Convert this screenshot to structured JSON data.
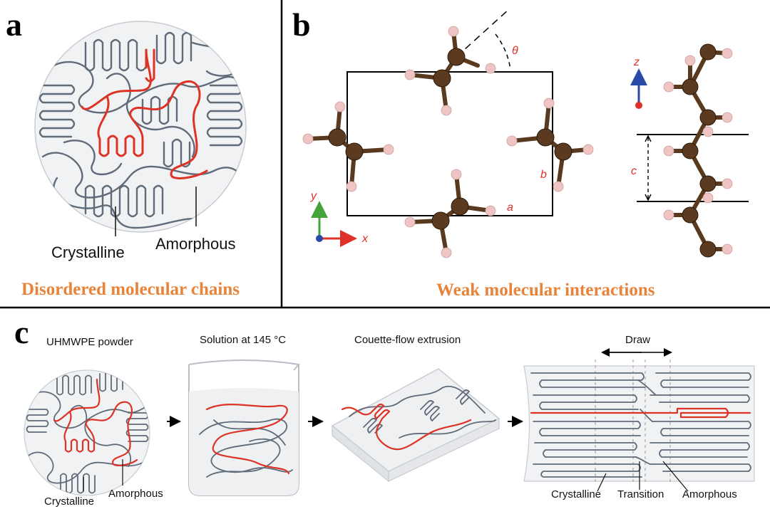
{
  "panel_a": {
    "letter": "a",
    "label_crystalline": "Crystalline",
    "label_amorphous": "Amorphous",
    "caption": "Disordered molecular chains"
  },
  "panel_b": {
    "letter": "b",
    "caption": "Weak molecular interactions",
    "angle_label": "θ",
    "cell_a": "a",
    "cell_b": "b",
    "cell_c": "c",
    "axis_x": "x",
    "axis_y": "y",
    "axis_z": "z"
  },
  "panel_c": {
    "letter": "c",
    "stage1": "UHMWPE powder",
    "stage2": "Solution at 145 °C",
    "stage3": "Couette-flow extrusion",
    "draw": "Draw",
    "label_crystalline_1": "Crystalline",
    "label_amorphous_1": "Amorphous",
    "label_crystalline_2": "Crystalline",
    "label_transition": "Transition",
    "label_amorphous_2": "Amorphous"
  },
  "colors": {
    "caption": "#e8833a",
    "chain": "#5f6b79",
    "highlight_chain": "#dc3326",
    "carbon": "#5b3a1f",
    "hydrogen": "#f1c4c4"
  }
}
